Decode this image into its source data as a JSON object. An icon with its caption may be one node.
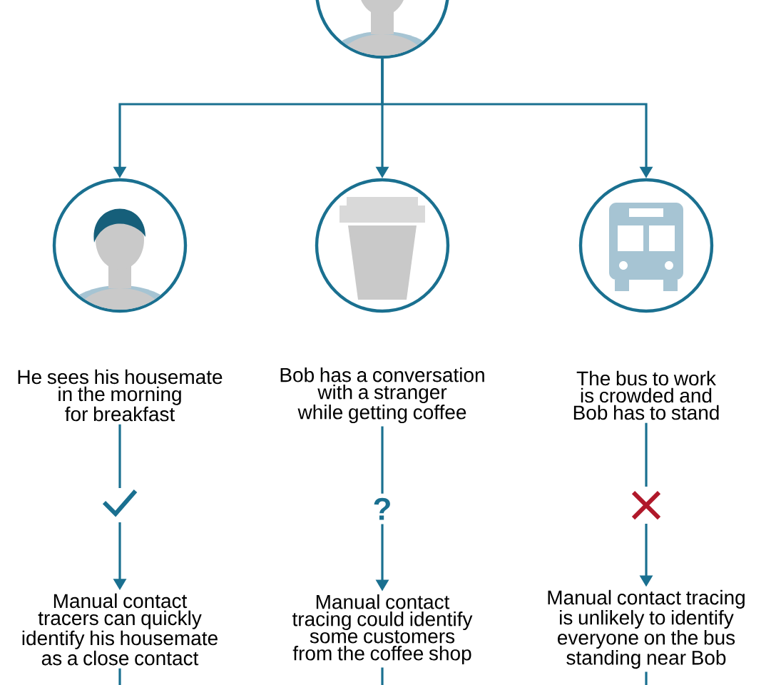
{
  "diagram": {
    "nodes": [
      {
        "text": [],
        "shape": "circle"
      },
      {
        "text": [],
        "shape": "circle"
      },
      {
        "text": [],
        "shape": "circle"
      },
      {
        "text": [],
        "shape": "circle"
      },
      {
        "text": [
          "He sees his housemate in the morning for breakfast"
        ]
      },
      {
        "text": [
          "Bob has a conversation with a stranger while getting coffee"
        ]
      },
      {
        "text": [
          "The bus to work is crowded and Bob has to stand"
        ]
      },
      {
        "text": [
          "Manual contact tracers can quickly identify his housemate as a close contact"
        ]
      },
      {
        "text": [
          "Manual contact tracing could identify some customers from the coffee shop"
        ]
      },
      {
        "text": [
          "Manual contact tracing is unlikely to identify everyone on the bus standing near Bob"
        ]
      }
    ],
    "edges": [
      {
        "from": 0,
        "to": 1,
        "arrow": "to"
      },
      {
        "from": 0,
        "to": 2,
        "arrow": "to"
      },
      {
        "from": 0,
        "to": 3,
        "arrow": "to"
      },
      {
        "from": 4,
        "to": 7,
        "arrow": "to"
      },
      {
        "from": 5,
        "to": 8,
        "arrow": "to",
        "label": "?"
      },
      {
        "from": 6,
        "to": 9,
        "arrow": "to"
      },
      {
        "from": 7,
        "to": null,
        "arrow": "none"
      },
      {
        "from": 8,
        "to": null,
        "arrow": "none"
      },
      {
        "from": 9,
        "to": null,
        "arrow": "none"
      }
    ]
  }
}
